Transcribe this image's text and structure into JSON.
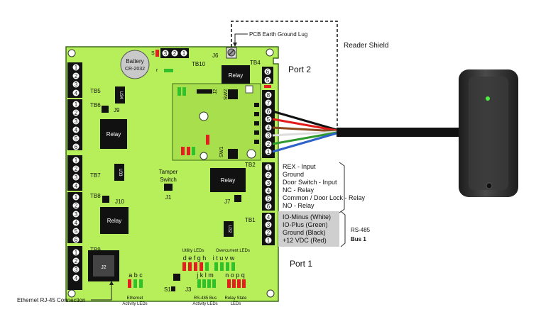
{
  "labels": {
    "earth_ground": "PCB Earth Ground Lug",
    "reader_shield": "Reader Shield",
    "port2": "Port 2",
    "port1": "Port 1",
    "ethernet_rj45": "Ethernet RJ-45 Connection",
    "battery_line1": "Battery",
    "battery_line2": "CR-2032",
    "tamper_line1": "Tamper",
    "tamper_line2": "Switch",
    "rs485": "RS-485",
    "bus1": "Bus 1",
    "utility_leds": "Utility LEDs",
    "overcurrent_leds": "Overcurrent LEDs",
    "led_letters_left": "d e f g h",
    "led_letters_right": "i t u v w",
    "led_letters_abc": "a b c",
    "led_letters_jklm": "j k l m",
    "led_letters_nopq": "n o p q",
    "ethernet_leds_line1": "Ethernet",
    "ethernet_leds_line2": "Activity LEDs",
    "rs485_leds_line1": "RS-485 Bus",
    "rs485_leds_line2": "Activity LEDs",
    "relay_leds_line1": "Relay State",
    "relay_leds_line2": "LEDs"
  },
  "board_labels": {
    "tb10": "TB10",
    "tb4": "TB4",
    "tb5": "TB5",
    "tb6": "TB6",
    "tb7": "TB7",
    "tb8": "TB8",
    "tb9": "TB9",
    "tb2": "TB2",
    "tb1": "TB1",
    "j6": "J6",
    "j9": "J9",
    "j10": "J10",
    "j1": "J1",
    "j7": "J7",
    "j2": "J2",
    "j3": "J3",
    "j2b": "J2",
    "s": "S",
    "r": "r",
    "s1": "S1",
    "sw1": "SW1",
    "sw2": "SW2",
    "u34": "U34",
    "u33": "U33",
    "u32": "U32",
    "relay": "Relay"
  },
  "tb2_terminals": [
    "REX - Input",
    "Ground",
    "Door Switch - Input",
    "NC - Relay",
    "Common / Door Lock - Relay",
    "NO - Relay"
  ],
  "tb1_terminals": [
    "IO-Minus (White)",
    "IO-Plus (Green)",
    "Ground (Black)",
    "+12 VDC (Red)"
  ],
  "wire_colors": [
    "#111111",
    "#e31b1b",
    "#8b4a1e",
    "#f2f2f2",
    "#2e9a2e",
    "#2f62c9"
  ],
  "colors": {
    "board": "#b6ef5a",
    "board_stroke": "#3d6b1a",
    "terminal": "#111111",
    "reader": "#2a2a2a",
    "led_green": "#31c22b",
    "led_red": "#e21e1e",
    "highlight": "#cfcfcf"
  }
}
